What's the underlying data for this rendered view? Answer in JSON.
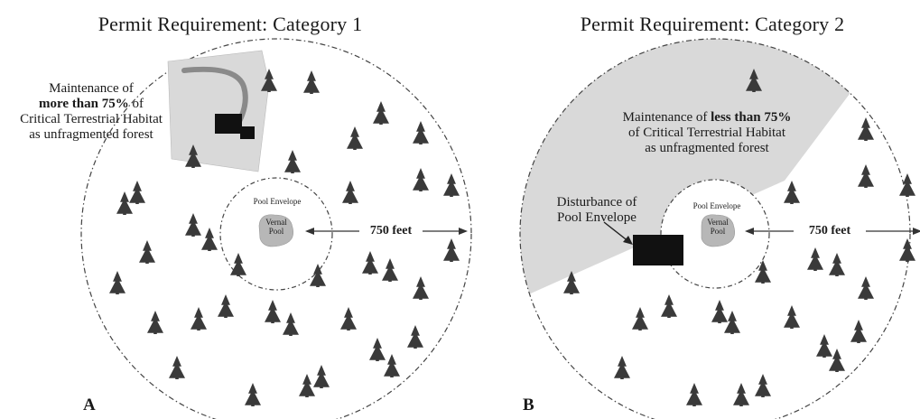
{
  "panel_a": {
    "title": "Permit Requirement: Category 1",
    "maintenance_text_1": "Maintenance of",
    "maintenance_bold": "more than 75%",
    "maintenance_text_2": "of",
    "maintenance_text_3": "Critical Terrestrial Habitat",
    "maintenance_text_4": "as unfragmented forest",
    "pool_envelope_label": "Pool Envelope",
    "vernal_pool_label_1": "Vernal",
    "vernal_pool_label_2": "Pool",
    "distance_label": "750 feet",
    "letter": "A"
  },
  "panel_b": {
    "title": "Permit Requirement: Category 2",
    "maintenance_text_1": "Maintenance of",
    "maintenance_bold": "less than 75%",
    "maintenance_text_3": "of Critical Terrestrial Habitat",
    "maintenance_text_4": "as unfragmented forest",
    "disturbance_label_1": "Disturbance of",
    "disturbance_label_2": "Pool Envelope",
    "pool_envelope_label": "Pool Envelope",
    "vernal_pool_label_1": "Vernal",
    "vernal_pool_label_2": "Pool",
    "distance_label": "750 feet",
    "letter": "B"
  },
  "colors": {
    "tree": "#3a3a3a",
    "shaded_area": "#d9d9d9",
    "pool": "#b7b7b7",
    "building": "#111111",
    "road": "#8a8a8a",
    "circle_line": "#444444"
  },
  "icons": [
    "conifer-tree-icon",
    "vernal-pool-icon",
    "building-icon",
    "road-icon",
    "double-arrow-icon"
  ]
}
